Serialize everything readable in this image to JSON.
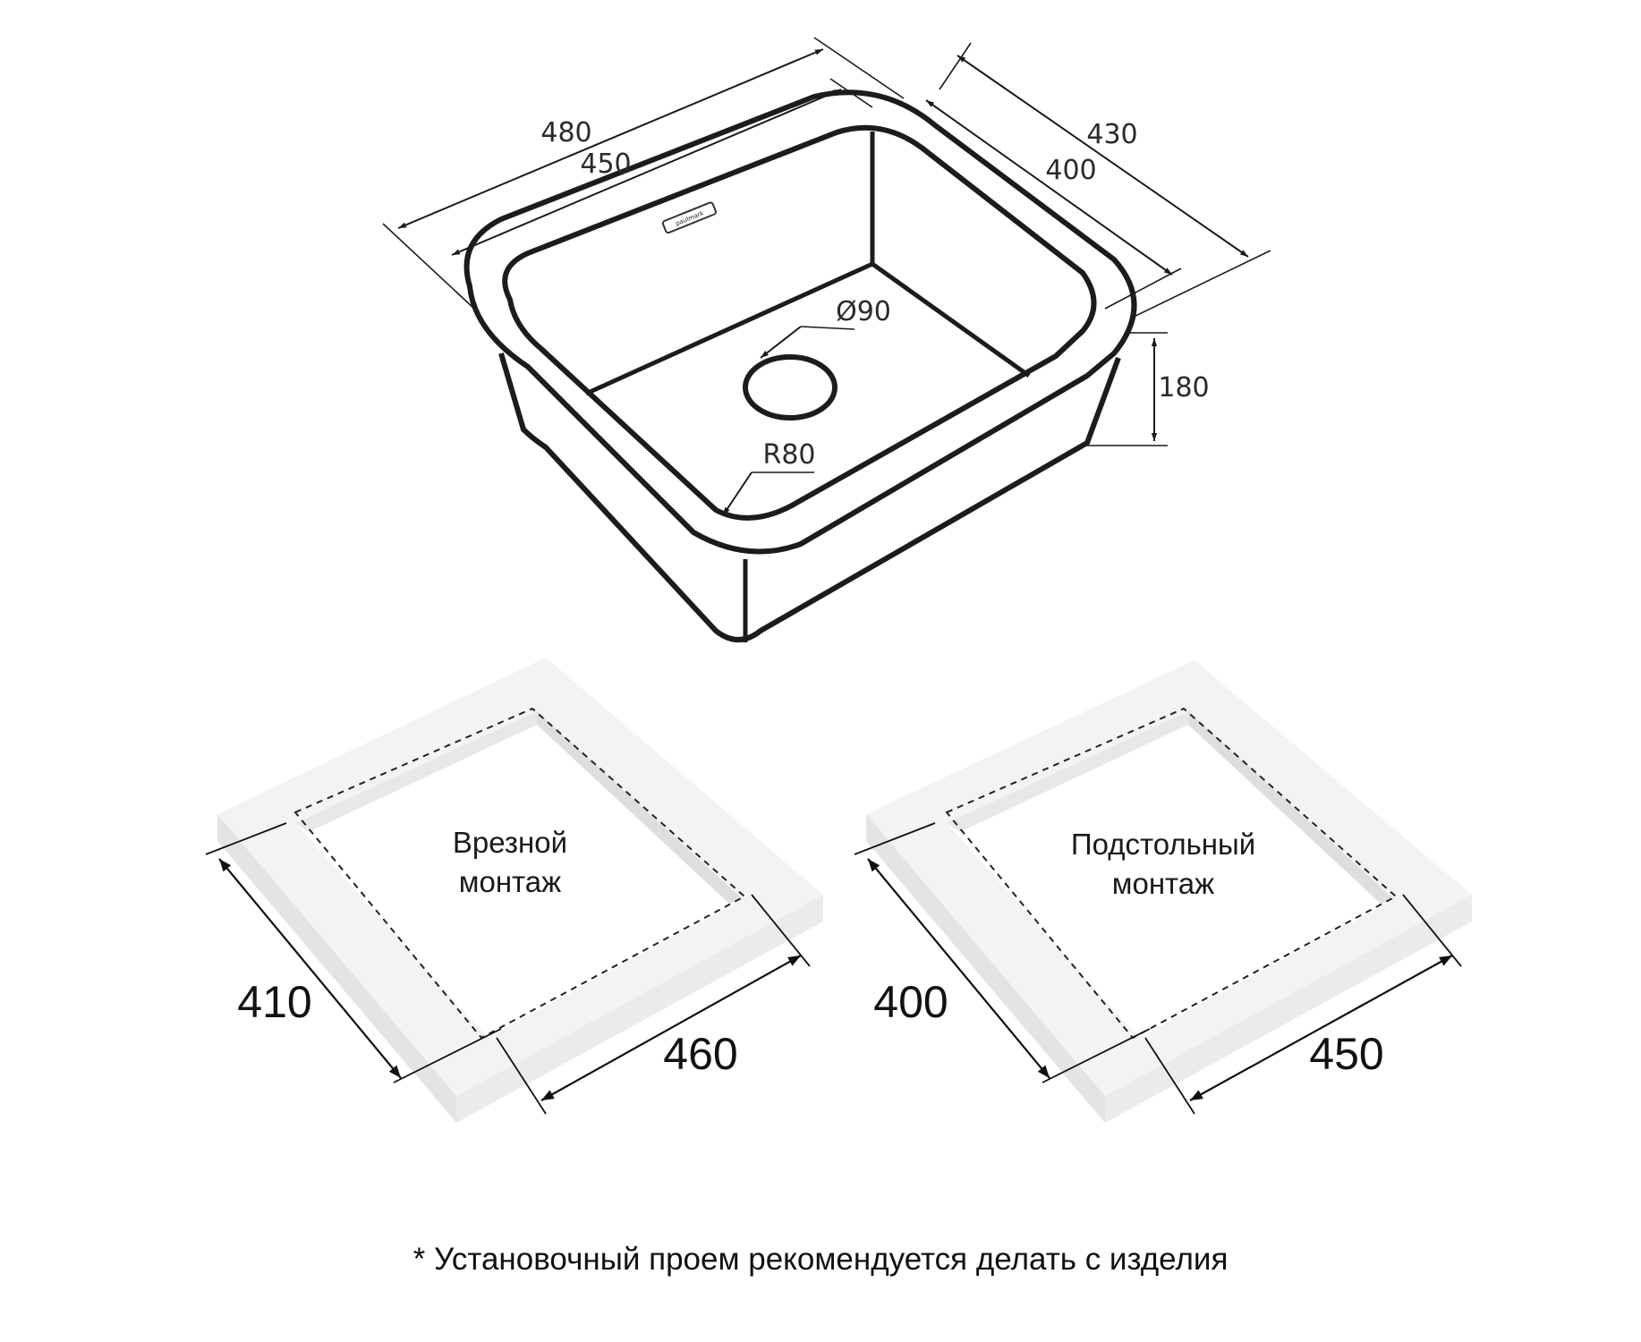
{
  "sink": {
    "brand_logo": "paulmark",
    "dimensions": {
      "outer_length": "480",
      "inner_length": "450",
      "outer_width": "430",
      "inner_width": "400",
      "drain_diameter": "Ø90",
      "corner_radius": "R80",
      "depth": "180"
    }
  },
  "cutouts": [
    {
      "label_line1": "Врезной",
      "label_line2": "монтаж",
      "width": "410",
      "length": "460"
    },
    {
      "label_line1": "Подстольный",
      "label_line2": "монтаж",
      "width": "400",
      "length": "450"
    }
  ],
  "footnote": "* Установочный проем рекомендуется делать с изделия"
}
